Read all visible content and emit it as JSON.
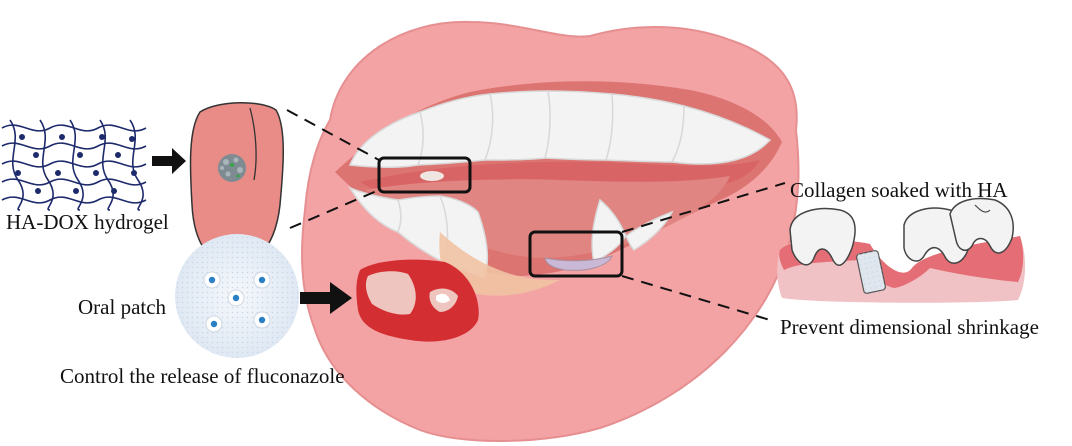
{
  "labels": {
    "hydrogel": "HA-DOX hydrogel",
    "oral_patch": "Oral patch",
    "fluconazole": "Control the release of fluconazole",
    "collagen": "Collagen soaked with HA",
    "shrinkage": "Prevent dimensional shrinkage"
  },
  "colors": {
    "lip": "#f4a3a5",
    "lip_outline": "#e68f91",
    "gum": "#d96d6e",
    "tooth": "#f2f2f2",
    "tongue": "#e98b86",
    "lesion": "#d32f33",
    "patch_bg": "#e6eef7",
    "collagen_strip": "#c9b8d6",
    "hydrogel_net": "#1d2a6b"
  }
}
